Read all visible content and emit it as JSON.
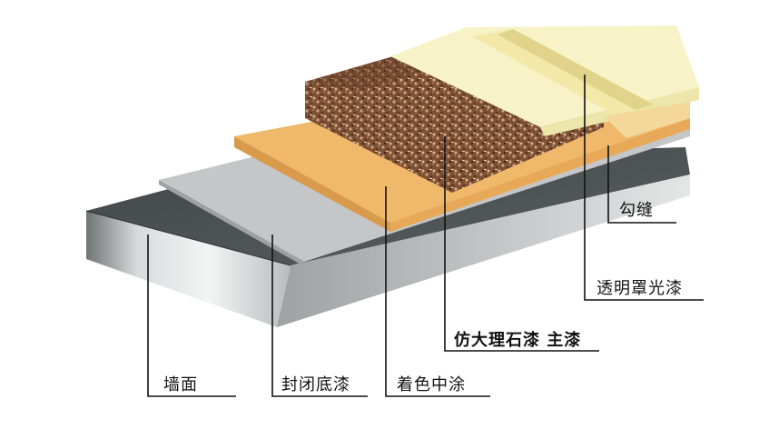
{
  "layers": {
    "wall": "墙面",
    "sealer": "封闭底漆",
    "color_midcoat": "着色中涂",
    "faux_marble_main": "仿大理石漆 主漆",
    "clear_topcoat": "透明罩光漆",
    "grout_line": "勾缝"
  },
  "colors": {
    "wall_top": "#4b504f",
    "wall_front": "#c9cccd",
    "sealer": "#bfc1c2",
    "midcoat": "#f0b86a",
    "stone_base": "#8a5a3b",
    "topcoat": "#f7f3c6",
    "grout": "#f4d79a",
    "leader": "#111111"
  }
}
